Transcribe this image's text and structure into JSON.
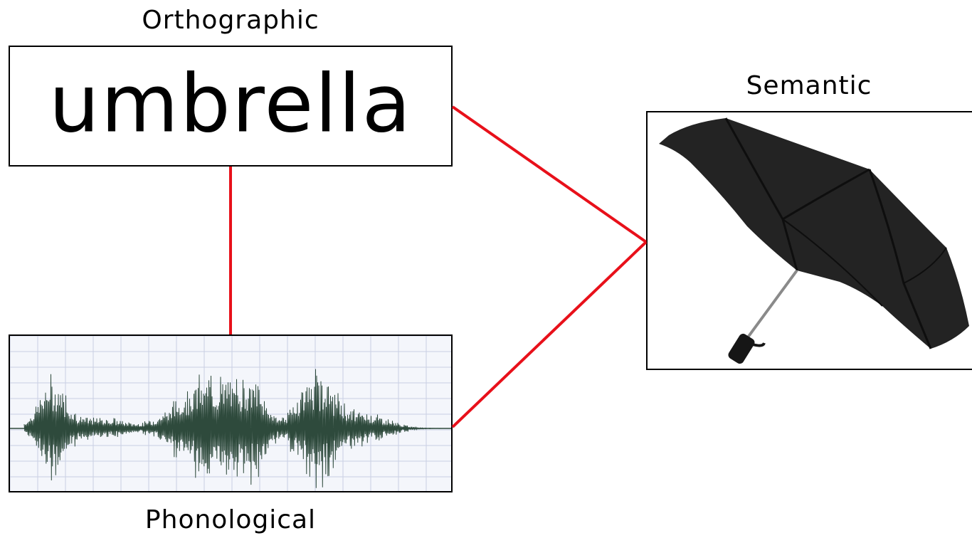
{
  "orthographic": {
    "label": "Orthographic",
    "word": "umbrella"
  },
  "semantic": {
    "label": "Semantic",
    "image": "umbrella-photo"
  },
  "phonological": {
    "label": "Phonological",
    "image": "speech-waveform"
  },
  "colors": {
    "link": "#e8101a",
    "waveform": "#2e4a3c",
    "grid": "#c9cfe3",
    "umbrella": "#1f1f1f"
  }
}
